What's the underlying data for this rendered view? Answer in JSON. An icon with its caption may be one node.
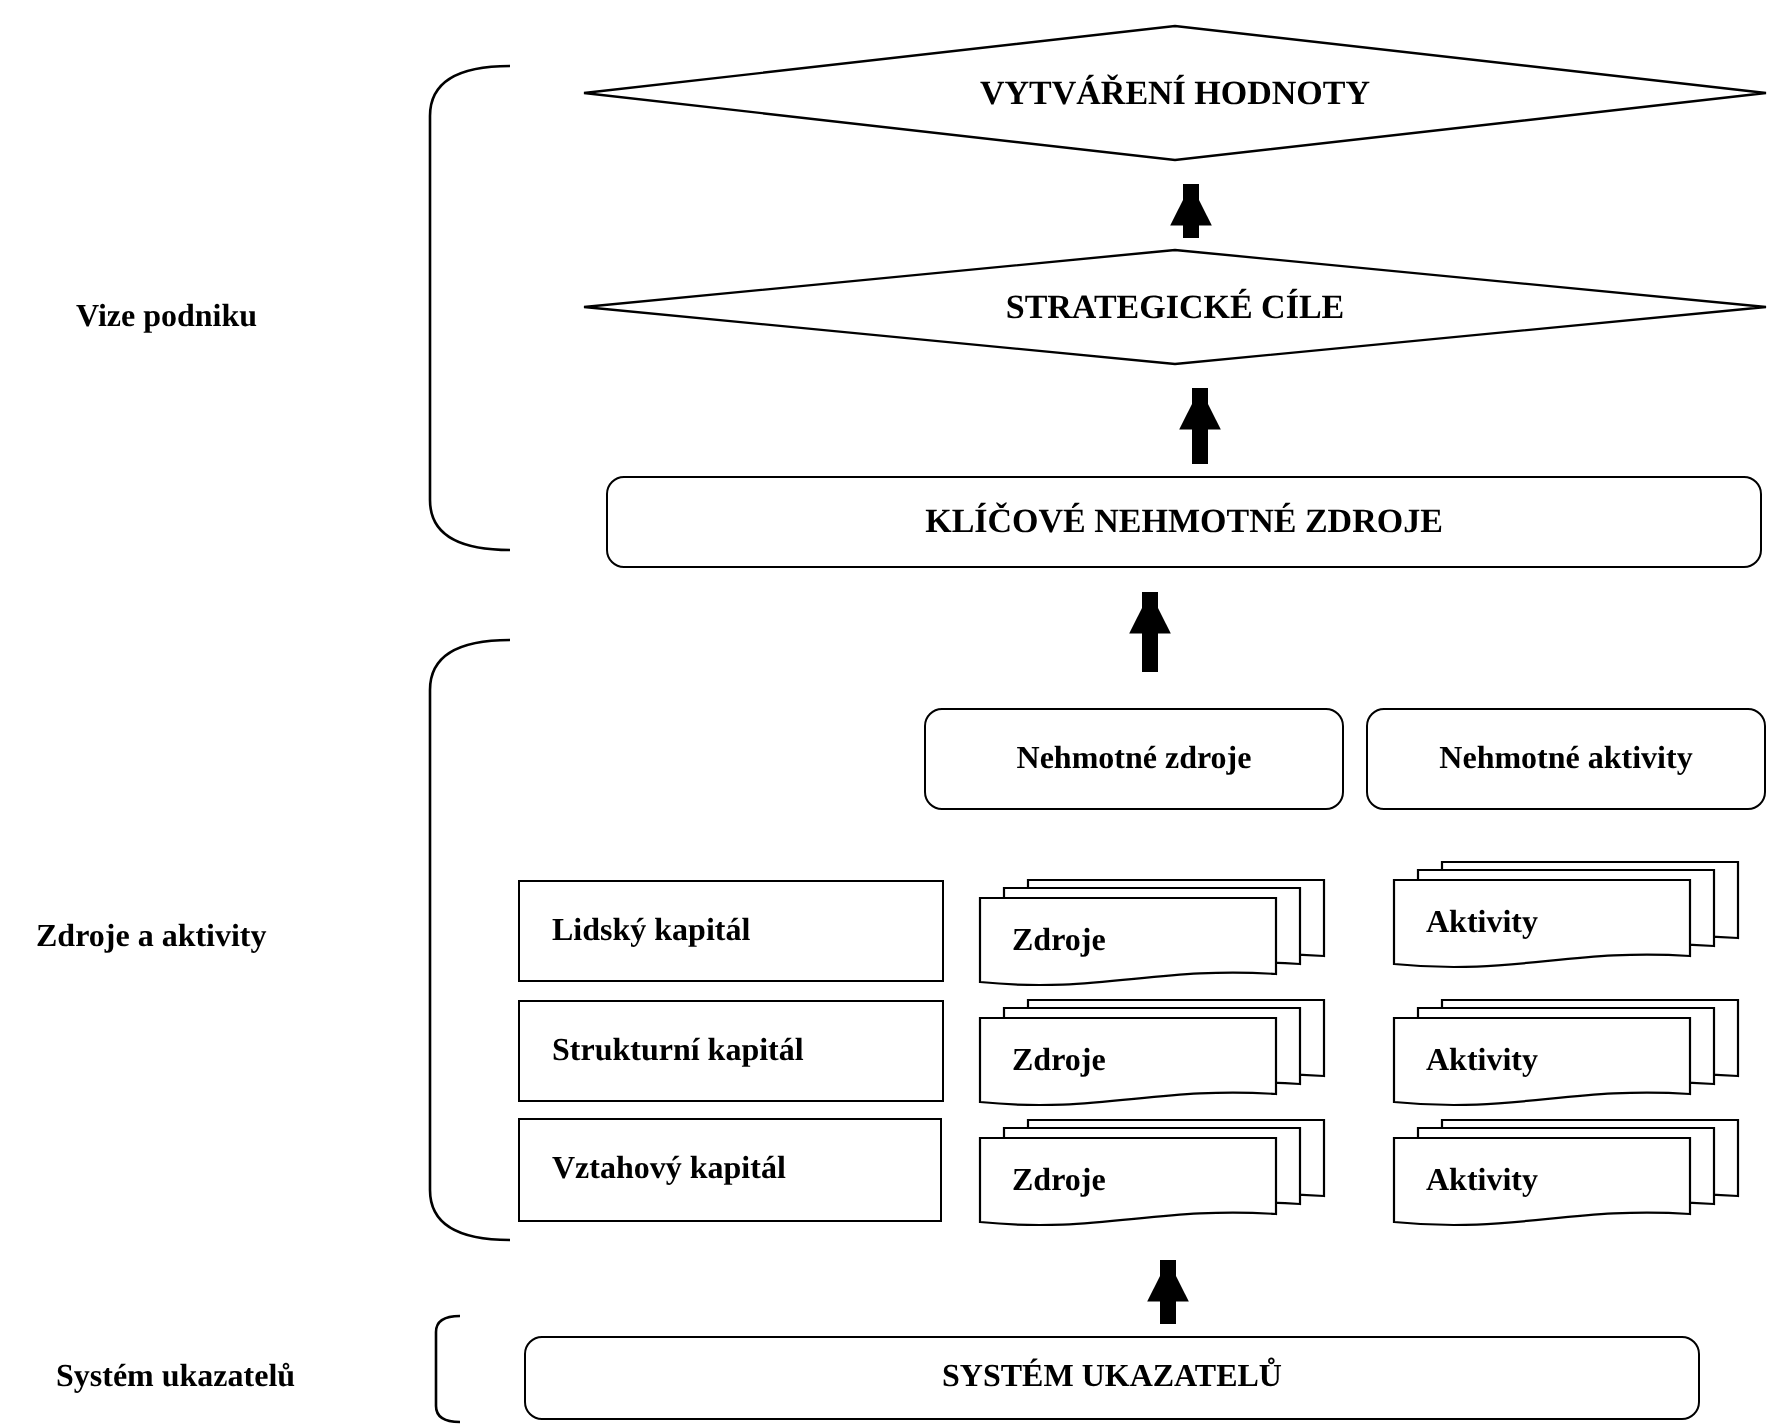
{
  "diagram": {
    "nodes": [
      {
        "text": [
          "VYTVÁŘENÍ HODNOTY"
        ]
      },
      {
        "text": [
          "STRATEGICKÉ CÍLE"
        ]
      },
      {
        "text": [
          "KLÍČOVÉ NEHMOTNÉ ZDROJE"
        ]
      },
      {
        "text": [
          "Nehmotné zdroje"
        ]
      },
      {
        "text": [
          "Nehmotné aktivity"
        ]
      },
      {
        "text": [
          "Lidský kapitál"
        ]
      },
      {
        "text": [
          "Strukturní kapitál"
        ]
      },
      {
        "text": [
          "Vztahový kapitál"
        ]
      },
      {
        "text": [
          "Zdroje"
        ]
      },
      {
        "text": [
          "Zdroje"
        ]
      },
      {
        "text": [
          "Zdroje"
        ]
      },
      {
        "text": [
          "Aktivity"
        ]
      },
      {
        "text": [
          "Aktivity"
        ]
      },
      {
        "text": [
          "Aktivity"
        ]
      },
      {
        "text": [
          "SYSTÉM UKAZATELŮ"
        ]
      }
    ],
    "edges": [
      {
        "from": 1,
        "to": 0,
        "arrow": "to"
      },
      {
        "from": 2,
        "to": 1,
        "arrow": "to"
      },
      {
        "from": 3,
        "to": 2,
        "arrow": "to"
      },
      {
        "from": 14,
        "to": 10,
        "arrow": "to"
      }
    ],
    "labels": [
      "Vize podniku",
      "Zdroje a aktivity",
      "Systém ukazatelů"
    ]
  }
}
